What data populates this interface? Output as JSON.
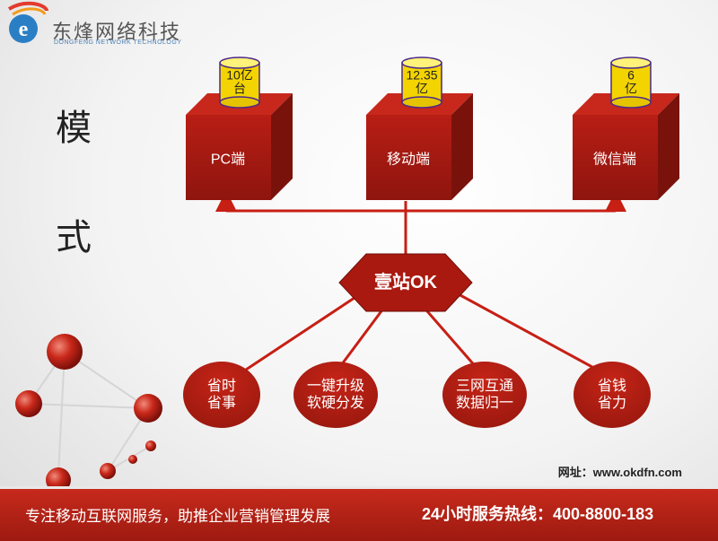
{
  "header": {
    "company_name": "东烽网络科技",
    "company_name_en": "DONGFENG NETWORK TECHNOLOGY"
  },
  "side_title": {
    "char1": "模",
    "char2": "式"
  },
  "hub": {
    "label": "壹站OK"
  },
  "top_boxes": [
    {
      "label": "PC端",
      "volume": [
        "10亿",
        "台"
      ]
    },
    {
      "label": "移动端",
      "volume": [
        "12.35",
        "亿"
      ]
    },
    {
      "label": "微信端",
      "volume": [
        "6",
        "亿"
      ]
    }
  ],
  "benefits": [
    {
      "lines": [
        "省时",
        "省事"
      ]
    },
    {
      "lines": [
        "一键升级",
        "软硬分发"
      ]
    },
    {
      "lines": [
        "三网互通",
        "数据归一"
      ]
    },
    {
      "lines": [
        "省钱",
        "省力"
      ]
    }
  ],
  "website": "网址：www.okdfn.com",
  "footer": {
    "slogan": "专注移动互联网服务，助推企业营销管理发展",
    "hotline": "24小时服务热线：400-8800-183"
  },
  "colors": {
    "primary_red": "#b01c13",
    "cylinder_yellow": "#f4d400",
    "cylinder_outline": "#4b2a8c"
  }
}
